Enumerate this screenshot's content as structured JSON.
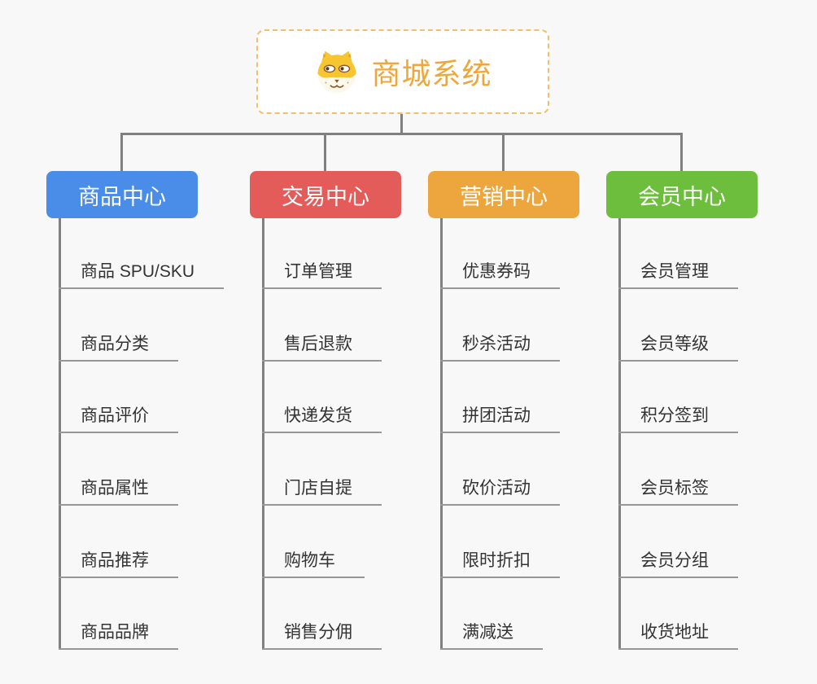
{
  "page": {
    "background_color": "#f8f8f9"
  },
  "root_node": {
    "title": "商城系统",
    "icon": "dog-face-icon",
    "title_color": "#efa73c",
    "border_color": "#f2c06a"
  },
  "connectors": {
    "color": "#808080"
  },
  "branches": [
    {
      "label": "商品中心",
      "color": "#4a8de8",
      "items": [
        "商品 SPU/SKU",
        "商品分类",
        "商品评价",
        "商品属性",
        "商品推荐",
        "商品品牌"
      ]
    },
    {
      "label": "交易中心",
      "color": "#e45c59",
      "items": [
        "订单管理",
        "售后退款",
        "快递发货",
        "门店自提",
        "购物车",
        "销售分佣"
      ]
    },
    {
      "label": "营销中心",
      "color": "#eca63d",
      "items": [
        "优惠券码",
        "秒杀活动",
        "拼团活动",
        "砍价活动",
        "限时折扣",
        "满减送"
      ]
    },
    {
      "label": "会员中心",
      "color": "#6cbe3c",
      "items": [
        "会员管理",
        "会员等级",
        "积分签到",
        "会员标签",
        "会员分组",
        "收货地址"
      ]
    }
  ]
}
